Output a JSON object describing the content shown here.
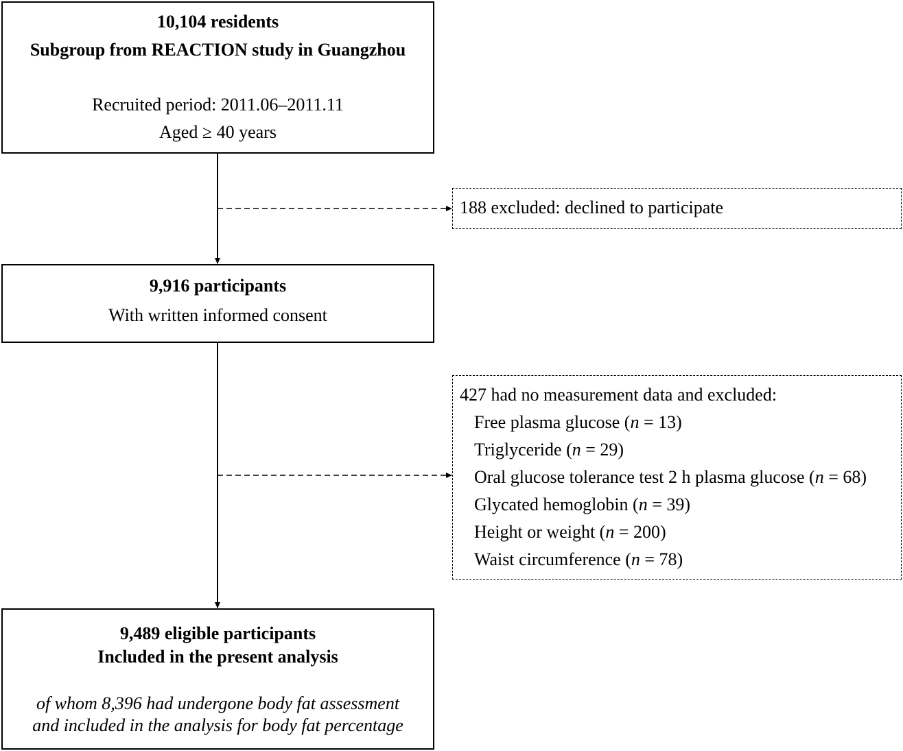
{
  "box1": {
    "title": "10,104 residents",
    "subtitle": "Subgroup from REACTION study in Guangzhou",
    "period": "Recruited period: 2011.06–2011.11",
    "age": "Aged ≥ 40 years"
  },
  "exclusion1": {
    "text": "188 excluded: declined to participate"
  },
  "box2": {
    "title": "9,916 participants",
    "subtitle": "With written informed consent"
  },
  "exclusion2": {
    "heading": "427 had no measurement data and excluded:",
    "items": [
      {
        "label": "Free plasma glucose (",
        "n": "n",
        "rest": " = 13)"
      },
      {
        "label": "Triglyceride (",
        "n": "n",
        "rest": " = 29)"
      },
      {
        "label": "Oral glucose tolerance test 2 h plasma glucose (",
        "n": "n",
        "rest": " = 68)"
      },
      {
        "label": "Glycated hemoglobin (",
        "n": "n",
        "rest": " = 39)"
      },
      {
        "label": "Height or weight (",
        "n": "n",
        "rest": " = 200)"
      },
      {
        "label": "Waist circumference (",
        "n": "n",
        "rest": " = 78)"
      }
    ]
  },
  "box3": {
    "title": "9,489 eligible participants",
    "subtitle": "Included in the present analysis",
    "note_line1": "of whom 8,396 had undergone body fat assessment",
    "note_line2": "and included in the analysis for body fat percentage"
  }
}
